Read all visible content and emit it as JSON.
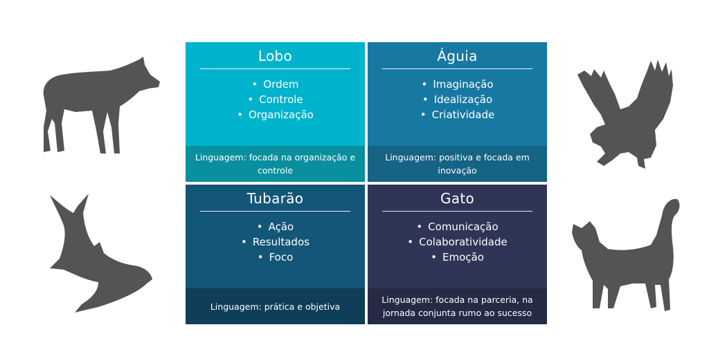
{
  "colors": {
    "lobo": "#00b3cc",
    "lobo_footer": "#0a8f9e",
    "aguia": "#1779a2",
    "aguia_footer": "#156385",
    "tubarao": "#145678",
    "tubarao_footer": "#0f3e58",
    "gato": "#2f3556",
    "gato_footer": "#252a45",
    "silhouette": "#545454"
  },
  "cards": {
    "lobo": {
      "title": "Lobo",
      "items": [
        "Ordem",
        "Controle",
        "Organização"
      ],
      "language": "Linguagem: focada na organização e controle"
    },
    "aguia": {
      "title": "Águia",
      "items": [
        "Imaginação",
        "Idealização",
        "Criatividade"
      ],
      "language": "Linguagem: positiva e focada em inovação"
    },
    "tubarao": {
      "title": "Tubarão",
      "items": [
        "Ação",
        "Resultados",
        "Foco"
      ],
      "language": "Linguagem: prática e objetiva"
    },
    "gato": {
      "title": "Gato",
      "items": [
        "Comunicação",
        "Colaboratividade",
        "Emoção"
      ],
      "language": "Linguagem: focada na parceria, na jornada conjunta rumo ao sucesso"
    }
  },
  "animals": {
    "wolf": "wolf-icon",
    "eagle": "eagle-icon",
    "shark": "shark-icon",
    "cat": "cat-icon"
  }
}
